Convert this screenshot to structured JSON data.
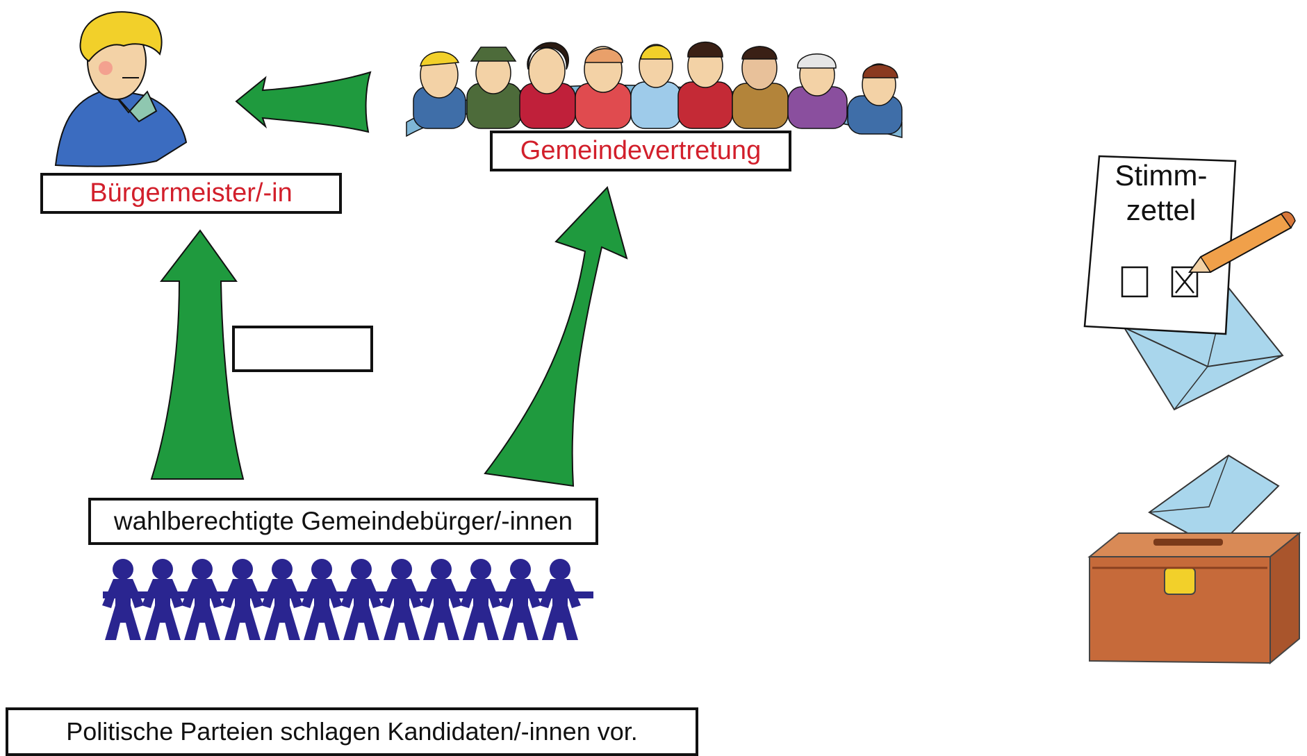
{
  "diagram": {
    "mayor_label": "Bürgermeister/-in",
    "council_label": "Gemeindevertretung",
    "citizens_label": "wahlberechtigte Gemeindebürger/-innen",
    "parties_label": "Politische Parteien schlagen Kandidaten/-innen vor.",
    "blank_box_text": ""
  },
  "ballot": {
    "line1": "Stimm-",
    "line2": "zettel"
  },
  "colors": {
    "arrow": "#1f9a3e",
    "people": "#2a2590",
    "label_red": "#d21f2b",
    "ballot_box": "#c66a3a"
  },
  "icons": [
    "mayor-portrait-icon",
    "council-group-icon",
    "paper-chain-people-icon",
    "ballot-paper-icon",
    "pencil-icon",
    "envelope-icon",
    "ballot-box-icon"
  ]
}
